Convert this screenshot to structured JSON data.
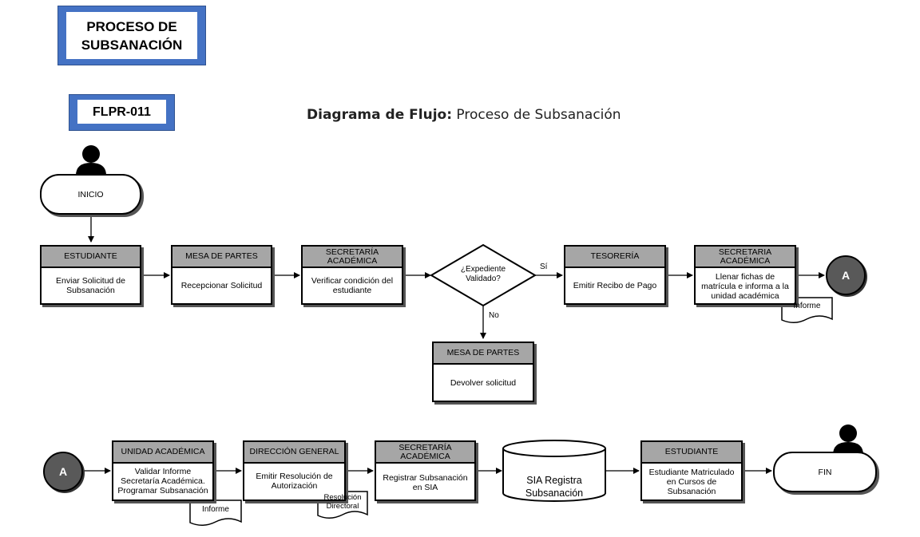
{
  "header": {
    "title": "PROCESO DE SUBSANACIÓN",
    "code": "FLPR-011",
    "heading_bold": "Diagrama de Flujo:",
    "heading_rest": "Proceso de Subsanación"
  },
  "start": {
    "label": "INICIO"
  },
  "end": {
    "label": "FIN"
  },
  "connector": {
    "label": "A"
  },
  "steps": {
    "estudiante": {
      "role": "ESTUDIANTE",
      "text": "Enviar Solicitud de Subsanación"
    },
    "mesa1": {
      "role": "MESA DE PARTES",
      "text": "Recepcionar Solicitud"
    },
    "secretaria1": {
      "role": "SECRETARÍA ACADÉMICA",
      "text": "Verificar condición del estudiante"
    },
    "tesoreria": {
      "role": "TESORERÍA",
      "text": "Emitir Recibo de Pago"
    },
    "secretaria2": {
      "role": "SECRETARIA ACADÉMICA",
      "text": "Llenar fichas de matrícula e informa a la unidad académica"
    },
    "mesa2": {
      "role": "MESA DE PARTES",
      "text": "Devolver solicitud"
    },
    "unidad": {
      "role": "UNIDAD ACADÉMICA",
      "text": "Validar Informe Secretaría Académica. Programar Subsanación"
    },
    "direccion": {
      "role": "DIRECCIÓN GENERAL",
      "text": "Emitir Resolución de Autorización"
    },
    "secretaria3": {
      "role": "SECRETARÍA ACADÉMICA",
      "text": "Registrar Subsanación en SIA"
    },
    "estudiante2": {
      "role": "ESTUDIANTE",
      "text": "Estudiante Matriculado en Cursos de Subsanación"
    }
  },
  "decision": {
    "text": "¿Expediente Validado?",
    "yes": "Sí",
    "no": "No"
  },
  "documents": {
    "informe1": "Informe",
    "informe2": "Informe",
    "resolucion": "Resolución Directoral"
  },
  "database": {
    "text": "SIA Registra Subsanación"
  }
}
